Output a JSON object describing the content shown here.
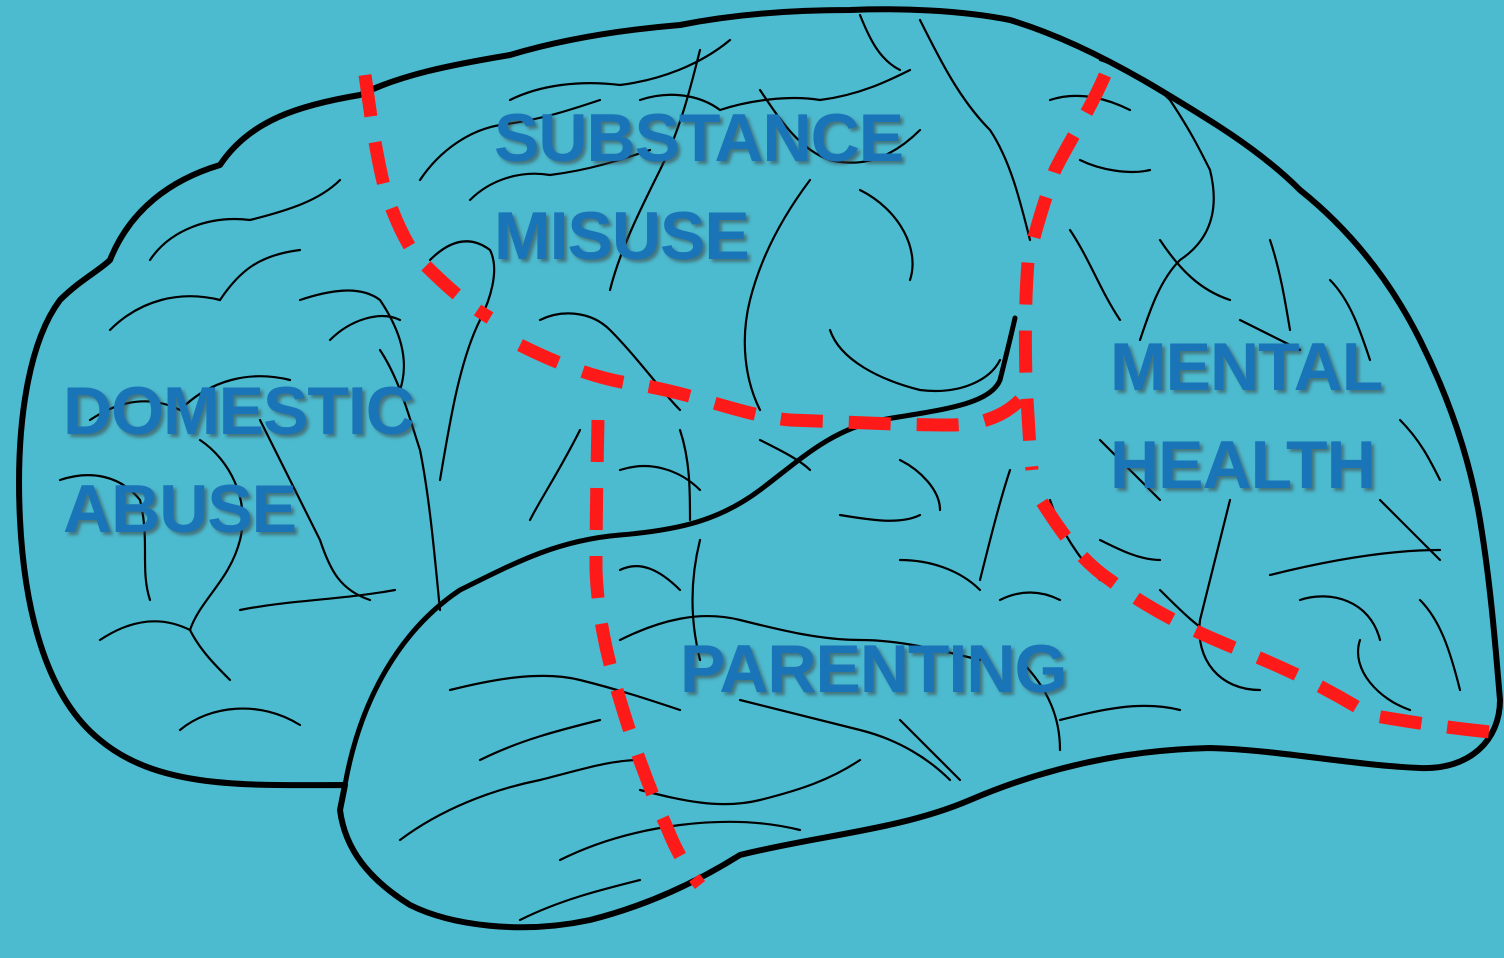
{
  "colors": {
    "background": "#4dbbcf",
    "outline": "#000000",
    "boundary": "#ff1010",
    "label": "#1a74b8"
  },
  "regions": {
    "substance": {
      "line1": "SUBSTANCE",
      "line2": "MISUSE"
    },
    "domestic": {
      "line1": "DOMESTIC",
      "line2": "ABUSE"
    },
    "mental": {
      "line1": "MENTAL",
      "line2": "HEALTH"
    },
    "parenting": {
      "line1": "PARENTING"
    }
  }
}
